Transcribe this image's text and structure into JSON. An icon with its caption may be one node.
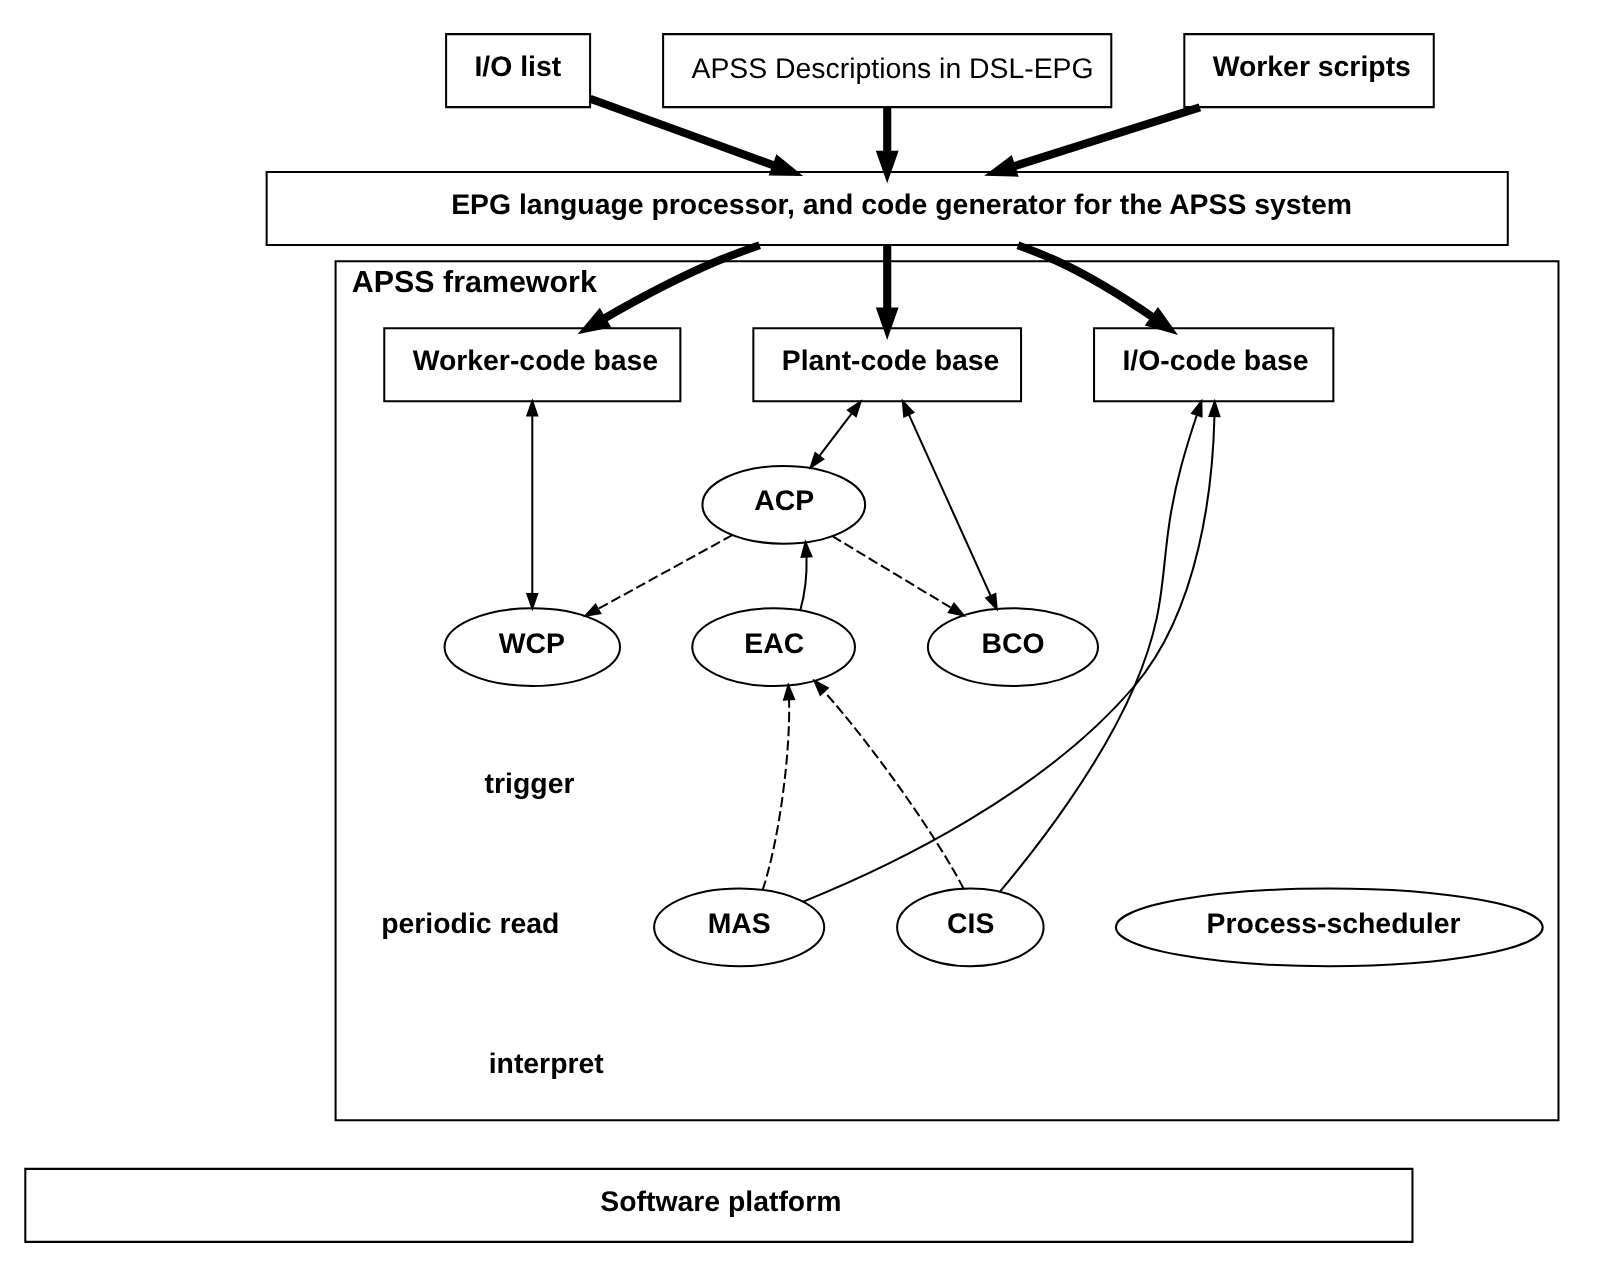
{
  "diagram": {
    "nodes": [
      {
        "text": [
          "I/O list"
        ]
      },
      {
        "text": [
          "APSS Descriptions in DSL-EPG"
        ]
      },
      {
        "text": [
          "Worker scripts"
        ]
      },
      {
        "text": [
          "EPG language processor, and code generator for the APSS system"
        ]
      },
      {
        "text": [
          "APSS framework"
        ]
      },
      {
        "text": [
          "I/O-code base"
        ],
        "in": 4
      },
      {
        "text": [
          "Plant-code base"
        ],
        "in": 4
      },
      {
        "text": [
          "Worker-code base"
        ],
        "in": 4
      },
      {
        "text": [
          "ACP"
        ],
        "in": 4
      },
      {
        "text": [
          "WCP"
        ],
        "in": 4
      },
      {
        "text": [
          "EAC"
        ],
        "in": 4
      },
      {
        "text": [
          "BCO"
        ],
        "in": 4
      },
      {
        "text": [
          "CIS"
        ],
        "in": 4
      },
      {
        "text": [
          "MAS"
        ],
        "in": 4
      },
      {
        "text": [
          "Process-scheduler"
        ],
        "in": 4
      },
      {
        "text": [
          "Software platform"
        ]
      }
    ],
    "edges": [
      {
        "from": 0,
        "to": 3,
        "arrow": "to",
        "style": "thick"
      },
      {
        "from": 1,
        "to": 3,
        "arrow": "to",
        "style": "thick"
      },
      {
        "from": 2,
        "to": 3,
        "arrow": "to",
        "style": "thick"
      },
      {
        "from": 3,
        "to": 5,
        "arrow": "to",
        "style": "thick"
      },
      {
        "from": 3,
        "to": 6,
        "arrow": "to",
        "style": "thick"
      },
      {
        "from": 3,
        "to": 7,
        "arrow": "to",
        "style": "thick"
      },
      {
        "from": 6,
        "to": 8,
        "arrow": "both"
      },
      {
        "from": 7,
        "to": 9,
        "arrow": "both"
      },
      {
        "from": 6,
        "to": 11,
        "arrow": "both"
      },
      {
        "from": 8,
        "to": 9,
        "arrow": "to",
        "style": "dashed"
      },
      {
        "from": 8,
        "to": 11,
        "arrow": "to",
        "style": "dashed"
      },
      {
        "from": 10,
        "to": 8,
        "arrow": "to"
      },
      {
        "from": 12,
        "to": 5,
        "arrow": "to"
      },
      {
        "from": 13,
        "to": 5,
        "arrow": "to"
      },
      {
        "from": 12,
        "to": 10,
        "arrow": "to",
        "style": "dashed"
      },
      {
        "from": 13,
        "to": 10,
        "arrow": "to",
        "style": "dashed"
      }
    ],
    "legend": [
      {
        "text": "trigger"
      },
      {
        "text": "periodic read"
      },
      {
        "text": "interpret"
      }
    ]
  }
}
